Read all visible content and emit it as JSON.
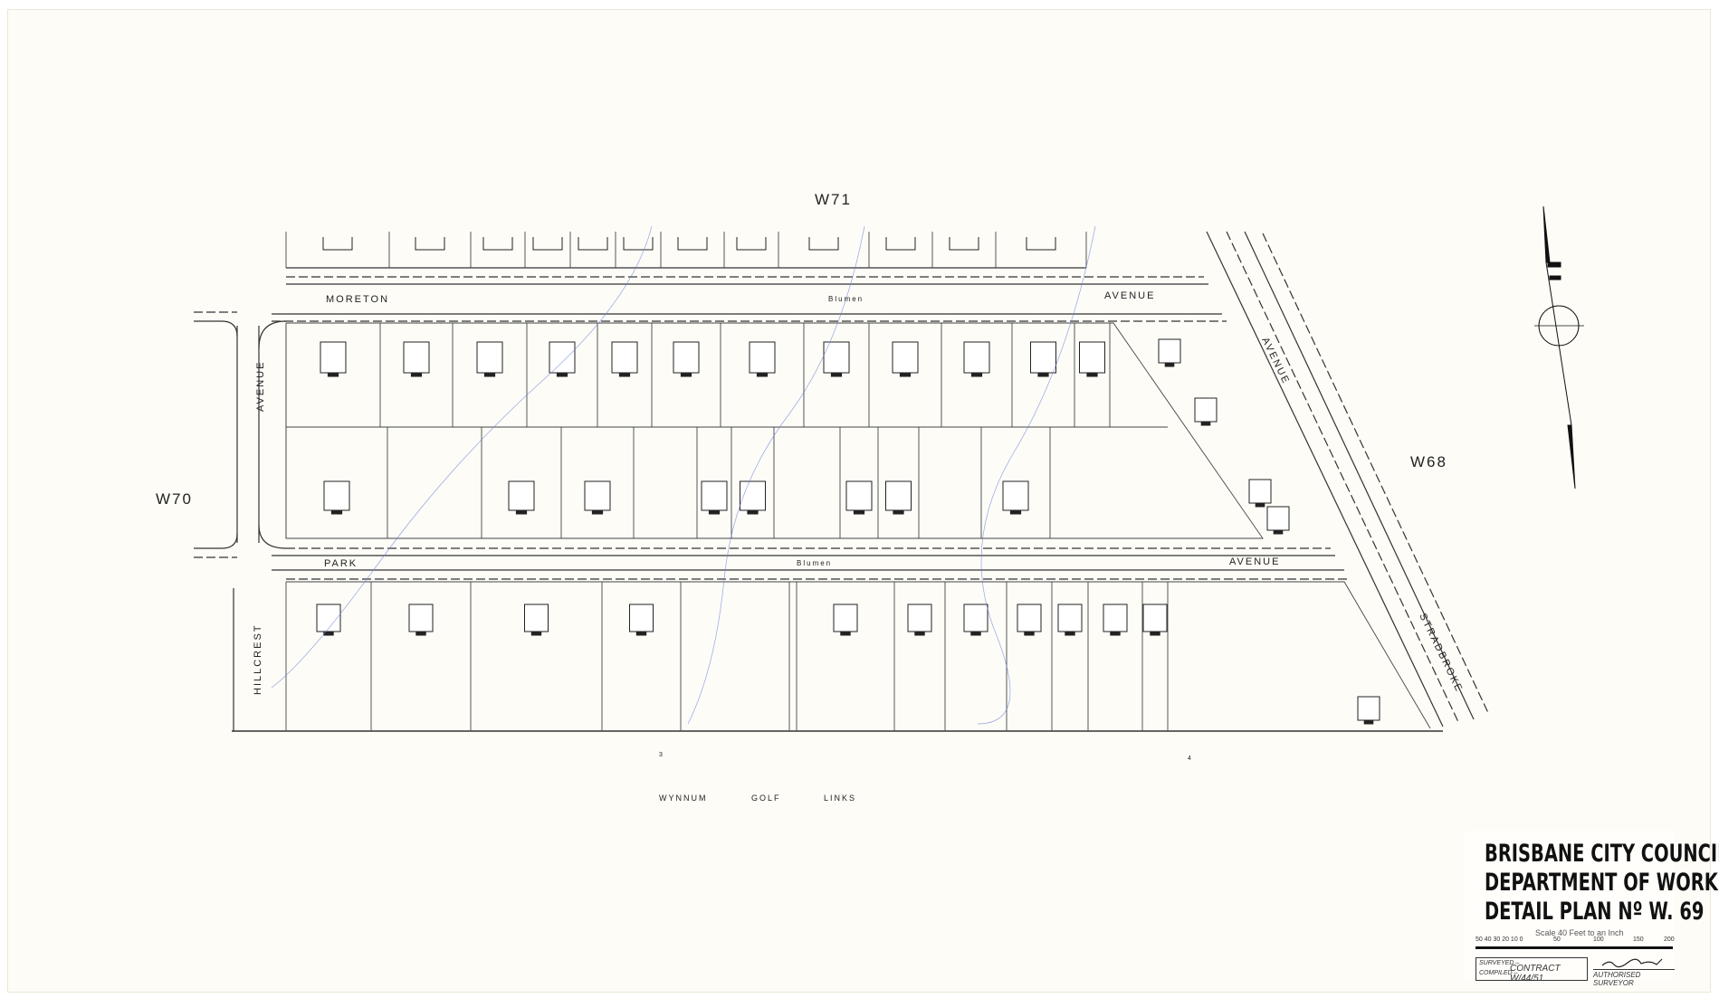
{
  "sheet_refs": {
    "north": "W71",
    "west": "W70",
    "east": "W68"
  },
  "streets": {
    "moreton": "MORETON",
    "moreton_avenue": "AVENUE",
    "park": "PARK",
    "park_avenue": "AVENUE",
    "hillcrest": "HILLCREST",
    "hillcrest_avenue": "AVENUE",
    "stradbroke": "STRADBROKE",
    "stradbroke_avenue": "AVENUE",
    "surface_label": "Blumen"
  },
  "golf_links": {
    "w1": "WYNNUM",
    "w2": "GOLF",
    "w3": "LINKS"
  },
  "lot_numbers": [
    "3",
    "4"
  ],
  "title_block": {
    "line1": "BRISBANE CITY COUNCIL",
    "line2": "DEPARTMENT OF WORKS",
    "line3": "DETAIL PLAN Nº W. 69",
    "scale": "Scale 40 Feet to an Inch",
    "scale_ticks": [
      "50 40 30 20 10 0",
      "50",
      "100",
      "150",
      "200"
    ],
    "surveyed": "SURVEYED –",
    "compiled": "COMPILED –",
    "contract": "CONTRACT W/44/51",
    "authorised": "AUTHORISED SURVEYOR"
  },
  "colors": {
    "ink": "#222222",
    "paper": "#fdfcf7",
    "contour": "#3b5bd6"
  }
}
